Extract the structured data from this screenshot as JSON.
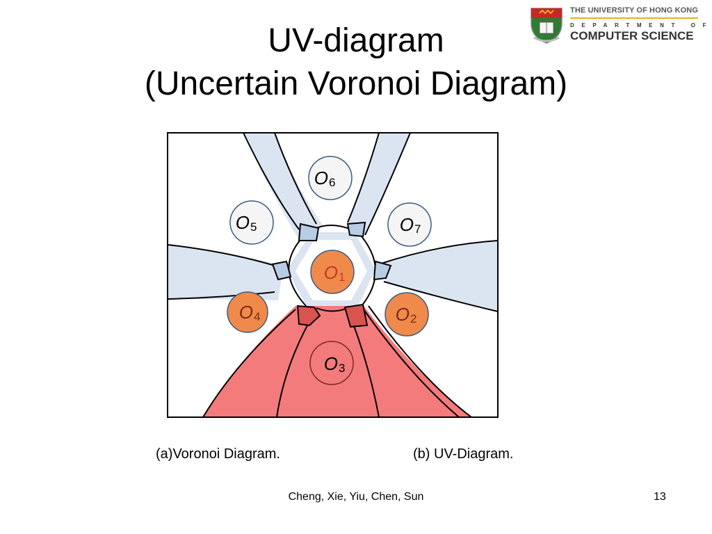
{
  "title": {
    "line1": "UV-diagram",
    "line2": "(Uncertain Voronoi Diagram)"
  },
  "logo": {
    "university": "THE UNIVERSITY OF HONG KONG",
    "department": "DEPARTMENT OF",
    "school": "COMPUTER SCIENCE",
    "colors": {
      "shield": "#2e7d32",
      "banner": "#c62828",
      "rule": "#e8b020"
    }
  },
  "diagram": {
    "objects": [
      {
        "letter": "O",
        "index": "1",
        "fill": "#f08a4b"
      },
      {
        "letter": "O",
        "index": "2",
        "fill": "#f08a4b"
      },
      {
        "letter": "O",
        "index": "3",
        "fill": "#f47b7b"
      },
      {
        "letter": "O",
        "index": "4",
        "fill": "#f08a4b"
      },
      {
        "letter": "O",
        "index": "5",
        "fill": "#f5f5f5"
      },
      {
        "letter": "O",
        "index": "6",
        "fill": "#f5f5f5"
      },
      {
        "letter": "O",
        "index": "7",
        "fill": "#f5f5f5"
      }
    ],
    "colors": {
      "uncertain": "#dbe5f1",
      "highlight": "#f47b7b",
      "edge": "#000000"
    }
  },
  "captions": {
    "a": "(a)Voronoi Diagram.",
    "b": "(b) UV-Diagram."
  },
  "footer": {
    "authors": "Cheng, Xie, Yiu, Chen, Sun",
    "page": "13"
  }
}
